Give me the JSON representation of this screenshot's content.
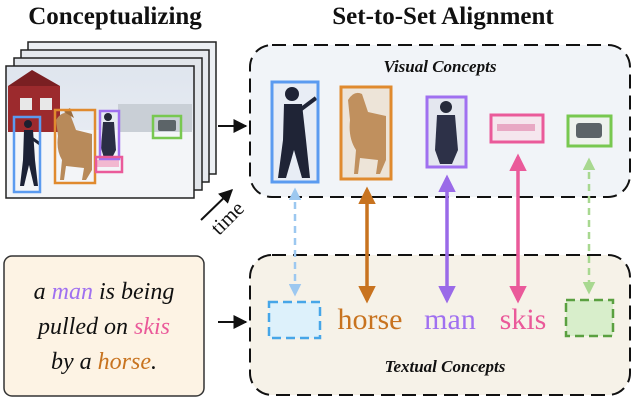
{
  "left_title": "Conceptualizing",
  "right_title": "Set-to-Set Alignment",
  "visual_concepts_label": "Visual Concepts",
  "textual_concepts_label": "Textual Concepts",
  "time_label": "time",
  "caption": {
    "line1": [
      {
        "text": "a ",
        "role": "plain"
      },
      {
        "text": "man",
        "role": "man"
      },
      {
        "text": " is being",
        "role": "plain"
      }
    ],
    "line2": [
      {
        "text": "pulled on ",
        "role": "plain"
      },
      {
        "text": "skis",
        "role": "skis"
      }
    ],
    "line3": [
      {
        "text": "by a ",
        "role": "plain"
      },
      {
        "text": "horse",
        "role": "horse"
      },
      {
        "text": ".",
        "role": "plain"
      }
    ]
  },
  "textual_words": {
    "horse": "horse",
    "man": "man",
    "skis": "skis"
  },
  "colors": {
    "person_blue": "#5b9bf0",
    "horse_orange": "#e08a2e",
    "horse_word": "#c8731f",
    "man_purple": "#a070f0",
    "skis_pink": "#ea5a9a",
    "car_green": "#78c850",
    "dash_blue": "#46a6e8",
    "dash_green": "#5aa040",
    "visual_panel_bg": "#f1f4f8",
    "textual_panel_bg": "#f6f2e8",
    "caption_panel_bg": "#fdf3e4"
  }
}
